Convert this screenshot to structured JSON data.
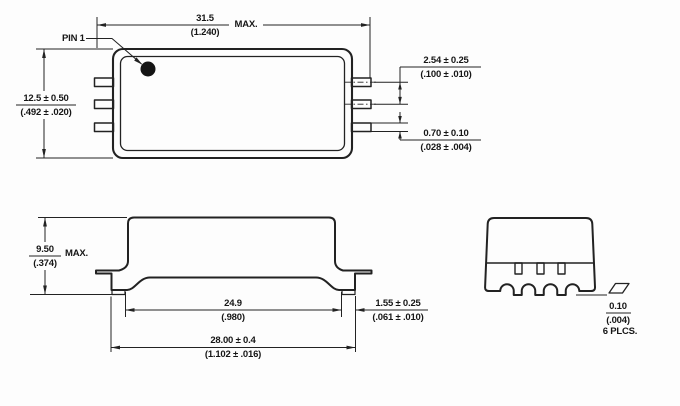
{
  "drawing": {
    "top_view": {
      "pin1_label": "PIN 1",
      "dim_width": {
        "metric": "31.5",
        "inch": "(1.240)",
        "qualifier": "MAX."
      },
      "dim_height": {
        "metric": "12.5 ± 0.50",
        "inch": "(.492 ± .020)"
      },
      "dim_pin_pitch": {
        "metric": "2.54 ± 0.25",
        "inch": "(.100 ± .010)"
      },
      "dim_pin_thickness": {
        "metric": "0.70 ± 0.10",
        "inch": "(.028 ± .004)"
      }
    },
    "side_view": {
      "dim_height": {
        "metric": "9.50",
        "inch": "(.374)",
        "qualifier": "MAX."
      },
      "dim_inner_width": {
        "metric": "24.9",
        "inch": "(.980)"
      },
      "dim_standoff": {
        "metric": "1.55 ± 0.25",
        "inch": "(.061 ± .010)"
      },
      "dim_overall_width": {
        "metric": "28.00 ± 0.4",
        "inch": "(1.102 ± .016)"
      }
    },
    "end_view": {
      "dim_flatness": {
        "metric": "0.10",
        "inch": "(.004)",
        "qualifier": "6 PLCS.",
        "symbol": "flatness-parallelogram"
      }
    }
  }
}
